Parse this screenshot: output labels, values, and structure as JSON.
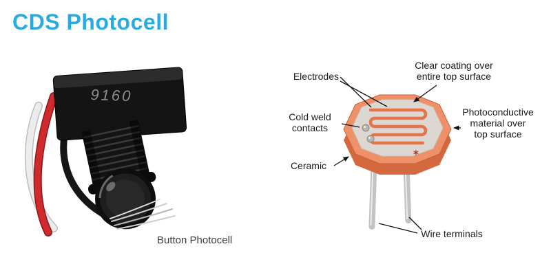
{
  "page": {
    "title": "CDS Photocell",
    "accent_color": "#29ABE2",
    "background_color": "#FFFFFF"
  },
  "photo": {
    "marking": "9160",
    "caption": "Button Photocell"
  },
  "diagram": {
    "labels": {
      "electrodes": "Electrodes",
      "clear_coating": [
        "Clear coating over",
        "entire top surface"
      ],
      "cold_weld": [
        "Cold weld",
        "contacts"
      ],
      "photoconductive": [
        "Photoconductive",
        "material over",
        "top surface"
      ],
      "ceramic": "Ceramic",
      "wire_terminals": "Wire terminals"
    },
    "star_marking": "✶",
    "colors": {
      "body": "#EE9068",
      "top_face": "#DCD8D1",
      "trace": "#E4744C",
      "legs": "#C3C3C3"
    }
  }
}
